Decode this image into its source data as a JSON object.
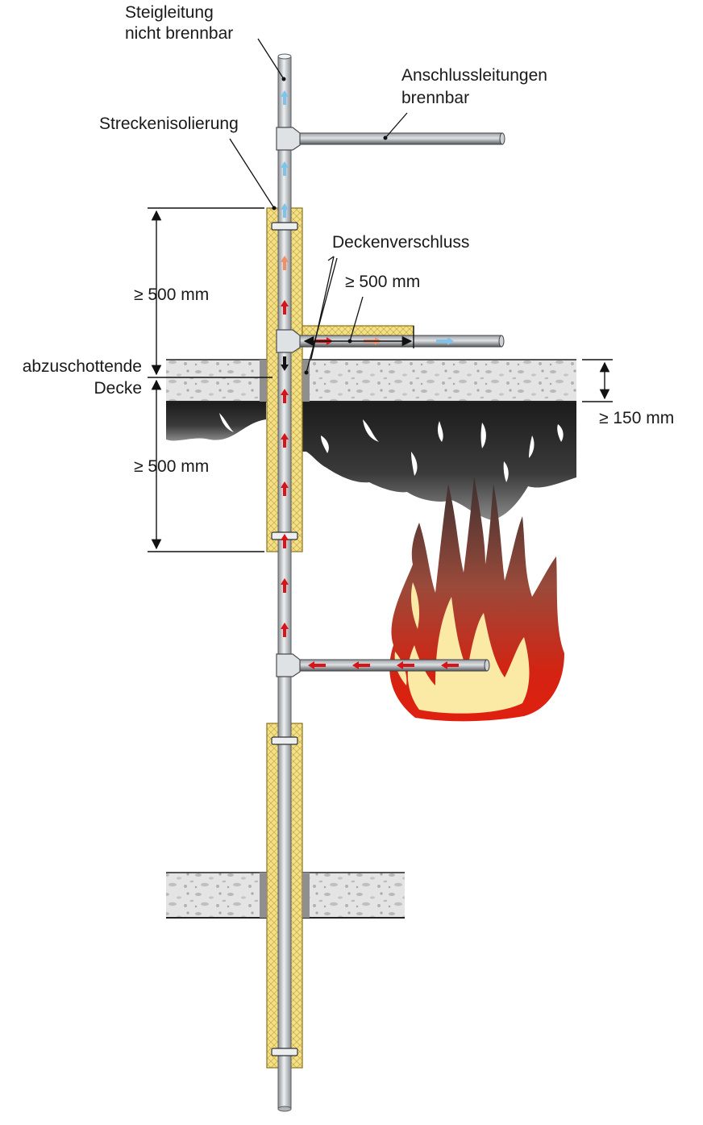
{
  "labels": {
    "riser_line1": "Steigleitung",
    "riser_line2": "nicht brennbar",
    "branch_line1": "Anschlussleitungen",
    "branch_line2": "brennbar",
    "insulation": "Streckenisolierung",
    "ceiling_seal": "Deckenverschluss",
    "branch_length": "≥ 500 mm",
    "above_length": "≥ 500 mm",
    "below_length": "≥ 500 mm",
    "ceiling_line1": "abzuschottende",
    "ceiling_line2": "Decke",
    "slab_thickness": "≥ 150 mm"
  },
  "colors": {
    "insulation": "#f3e08a",
    "insulation_edge": "#c9a93a",
    "concrete": "#e2e2e2",
    "pipe": "#c9ccce",
    "pipe_dark": "#6d7176",
    "arrow_hot": "#d7141a",
    "arrow_warm": "#f08f6a",
    "arrow_cold": "#7ec3ec",
    "smoke": "#2e2e2e",
    "flame_outer": "#d42312",
    "flame_inner": "#fbe9a6"
  }
}
